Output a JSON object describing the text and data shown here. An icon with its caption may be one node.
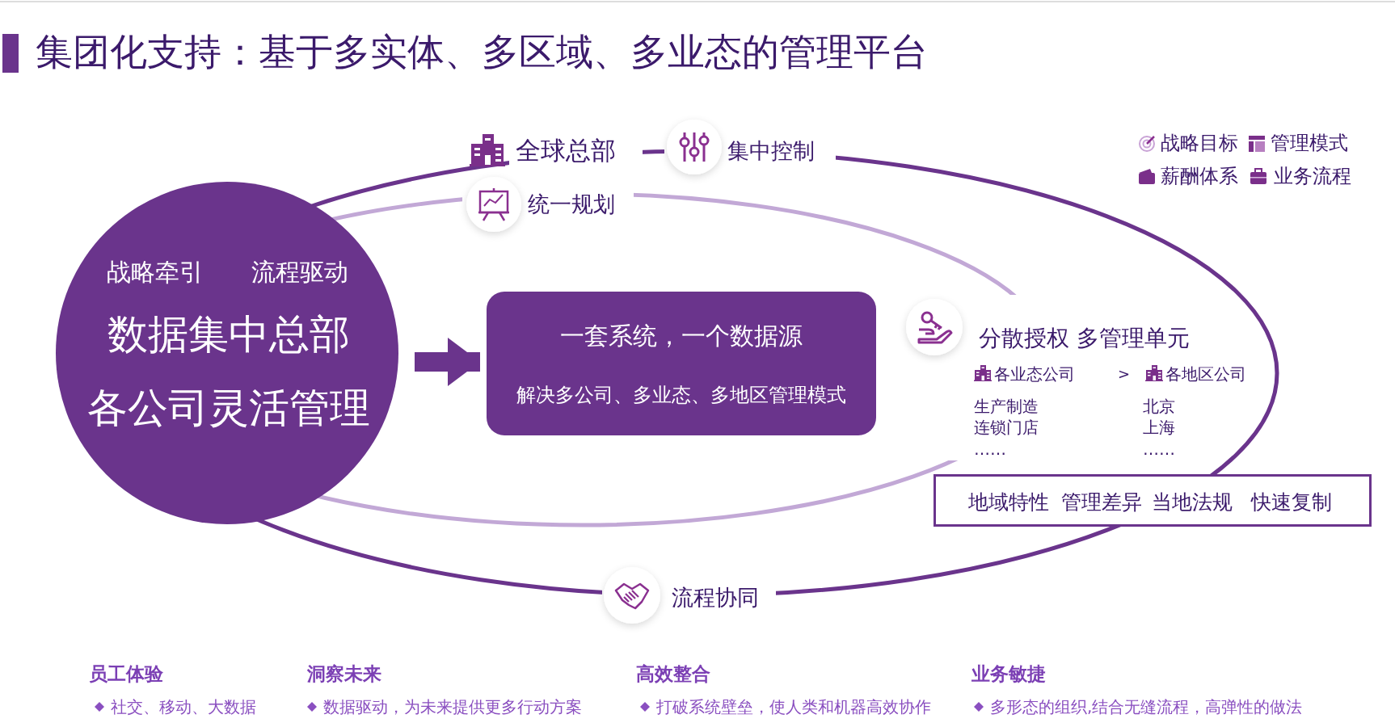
{
  "diagram": {
    "title": "集团化支持：基于多实体、多区域、多业态的管理平台",
    "nodes": [
      {
        "text": [
          "战略牵引",
          "流程驱动",
          "数据集中总部",
          "各公司灵活管理"
        ]
      },
      {
        "text": [
          "一套系统，一个数据源",
          "解决多公司、多业态、多地区管理模式"
        ]
      },
      {
        "text": [
          "地域特性",
          "管理差异",
          "当地法规",
          "快速复制"
        ]
      }
    ],
    "edges": [
      {
        "from": 0,
        "to": 1,
        "arrow": "to"
      }
    ],
    "labels": [
      "全球总部",
      "集中控制",
      "统一规划",
      "分散授权 多管理单元",
      "各业态公司",
      ">",
      "各地区公司",
      "生产制造",
      "连锁门店",
      "……",
      "北京",
      "上海",
      "……",
      "流程协同",
      "员工体验",
      "洞察未来",
      "高效整合",
      "业务敏捷",
      "社交、移动、大数据",
      "数据驱动，为未来提供更多行动方案",
      "打破系统壁垒，使人类和机器高效协作",
      "多形态的组织,结合无缝流程，高弹性的做法"
    ],
    "legend": [
      {
        "text": "战略目标"
      },
      {
        "text": "管理模式"
      },
      {
        "text": "薪酬体系"
      },
      {
        "text": "业务流程"
      }
    ]
  }
}
